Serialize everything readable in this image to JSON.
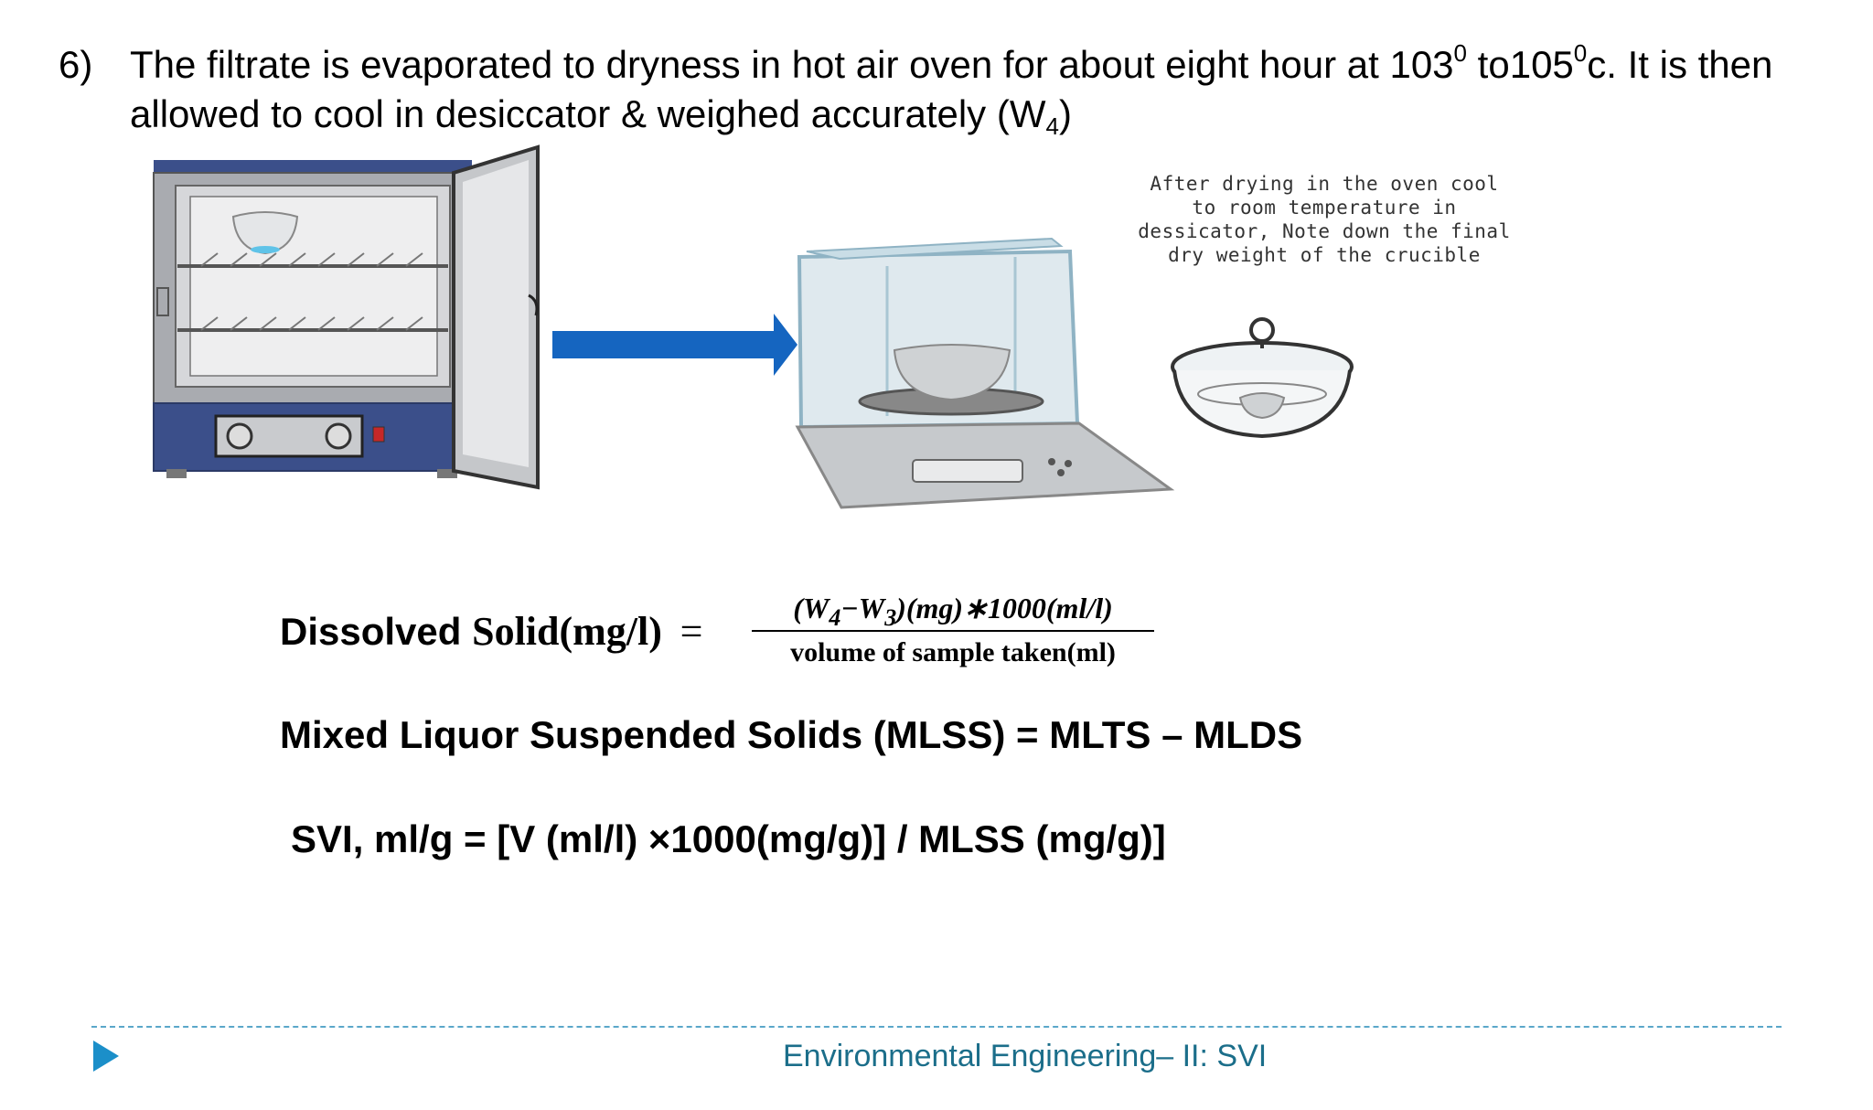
{
  "step": {
    "number": "6)",
    "text_part1": "The filtrate is  evaporated to dryness in hot air oven for about eight hour at 103",
    "sup1": "0",
    "text_part2": " to105",
    "sup2": "0",
    "text_part3": "c. It is then allowed to cool in desiccator & weighed accurately (W",
    "sub1": "4",
    "text_part4": ")"
  },
  "figure": {
    "note": "After drying in the oven cool to room temperature in dessicator, Note down the final dry weight of the crucible",
    "arrow_color": "#1565c0",
    "oven_color": "#3b4f8a"
  },
  "formula": {
    "label_sans": "Dissolved",
    "label_serif": "Solid(mg/l)",
    "equals": "=",
    "numerator_open": "(W",
    "numerator_sub1": "4",
    "numerator_mid": "−W",
    "numerator_sub2": "3",
    "numerator_rest": ")(mg)∗1000(ml/l)",
    "denominator": "volume of sample taken(ml)"
  },
  "mlss": {
    "text": "Mixed Liquor Suspended Solids (MLSS) = MLTS – MLDS"
  },
  "svi": {
    "text": "SVI, ml/g = [V (ml/l) ×1000(mg/g)] / MLSS (mg/g)]"
  },
  "footer": {
    "text": "Environmental Engineering– II: SVI",
    "accent": "#1b8fc9"
  }
}
